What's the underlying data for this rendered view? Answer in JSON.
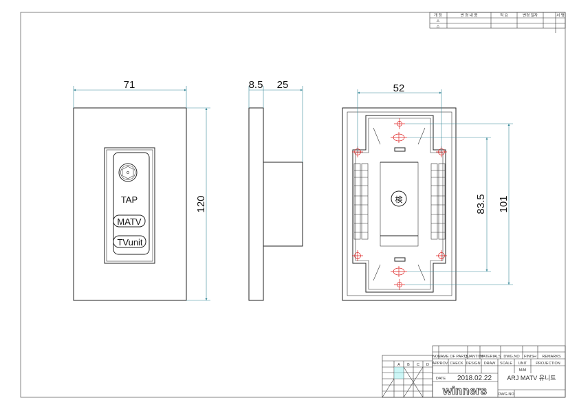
{
  "revision_table": {
    "headers": [
      "개 정",
      "변 경 내 용",
      "적 요",
      "변경 일자",
      "서 명"
    ],
    "rows": [
      "⚠",
      "⚠"
    ]
  },
  "front_view": {
    "width_dim": "71",
    "height_dim": "120",
    "tap_label": "TAP",
    "badge_1": "MATV",
    "badge_2": "TVunit"
  },
  "side_view": {
    "plate_dim": "8.5",
    "depth_dim": "25"
  },
  "back_view": {
    "width_dim": "52",
    "hole_pitch_dim": "83.5",
    "height_dim": "101",
    "inspection_mark": "検"
  },
  "title_block": {
    "headers": [
      "NO",
      "NAME OF PARTS",
      "QUANTITY",
      "MATERIALS",
      "DWG.NO",
      "FINISH",
      "REMARKS"
    ],
    "approvals": [
      "APPROV",
      "CHECK",
      "DESIGN",
      "DRAW",
      "SCALE",
      "UNIT",
      "PROJECTION"
    ],
    "unit_value": "M/M",
    "date_label": "DATE",
    "date_value": "2018.02.22",
    "company_logo": "winners",
    "title": "ARJ MATV 유니트",
    "dwg_no_label": "DWG.NO"
  },
  "tolerance_table": {
    "columns": [
      "A",
      "B",
      "C",
      "D"
    ]
  },
  "colors": {
    "dimension": "#3a8a9a",
    "centerline": "#dd2222",
    "line": "#222222"
  }
}
